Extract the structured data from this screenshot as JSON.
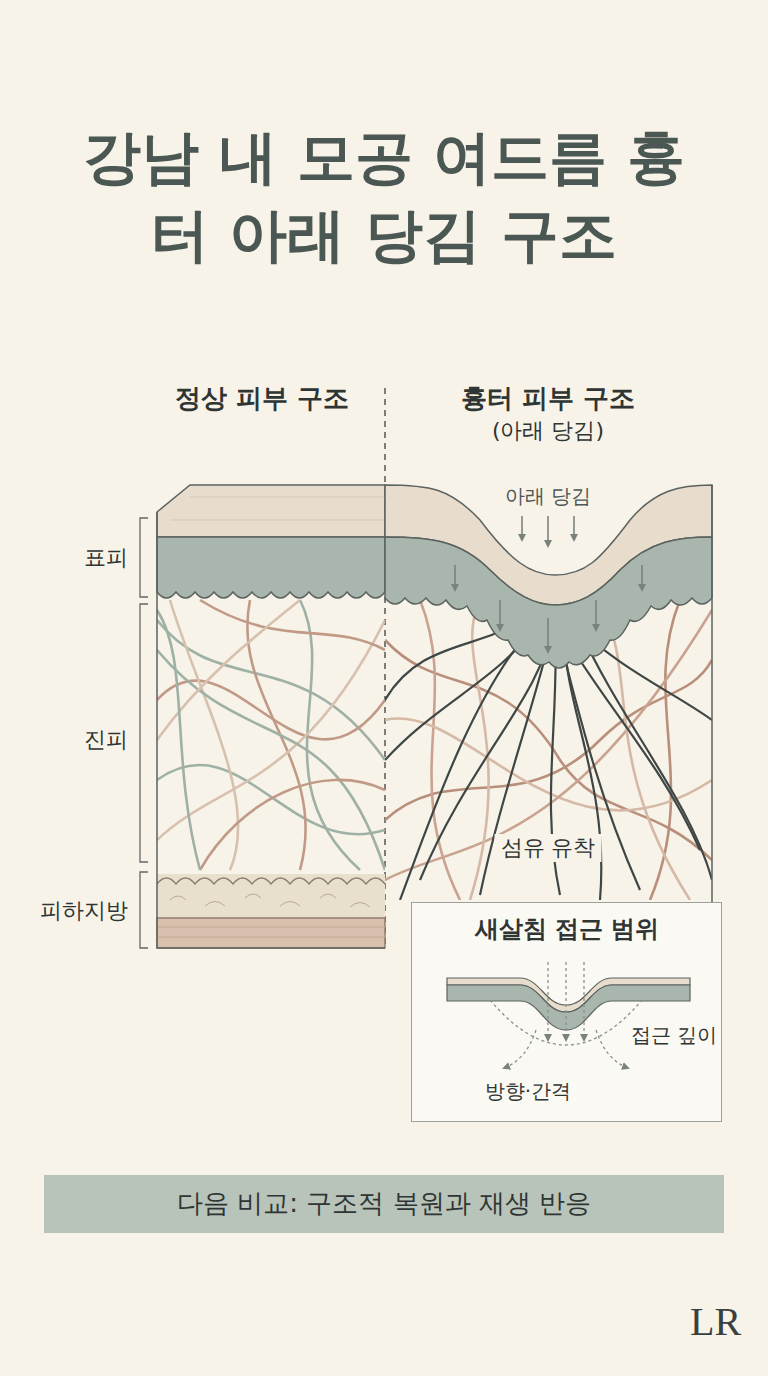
{
  "diagram": {
    "title": "강남 내 모공 여드름 흉터 아래 당김 구조",
    "nodes": [
      {
        "text": [
          "새살침 접근 범위",
          "접근 깊이",
          "방향·간격"
        ]
      },
      {
        "text": [
          "다음 비교: 구조적 복원과 재생 반응"
        ]
      }
    ],
    "labels": [
      "정상 피부 구조",
      "흉터 피부 구조",
      "(아래 당김)",
      "표피",
      "진피",
      "피하지방",
      "아래 당김",
      "섬유 유착",
      "LR"
    ]
  }
}
